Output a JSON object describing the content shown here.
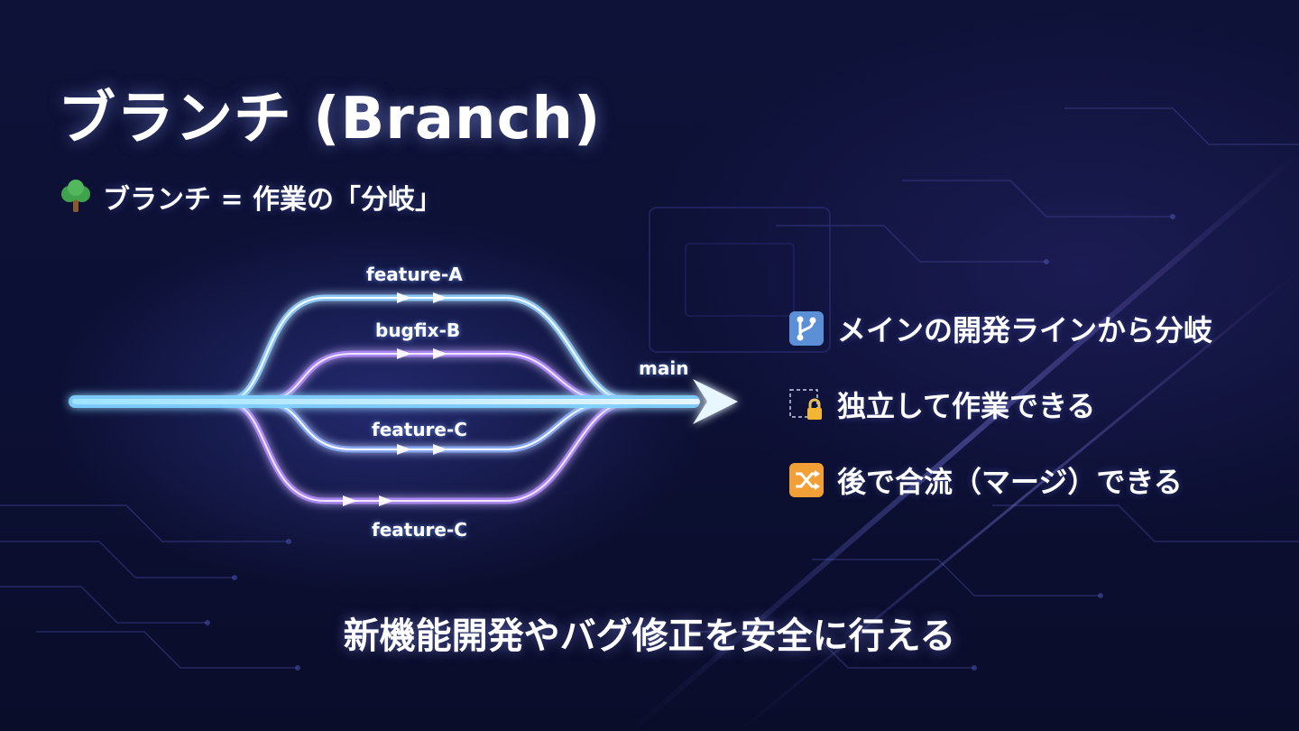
{
  "title": "ブランチ (Branch)",
  "subtitle": "ブランチ = 作業の「分岐」",
  "subtitle_icon": "tree-icon",
  "diagram": {
    "main_label": "main",
    "branches": [
      {
        "label": "feature-A"
      },
      {
        "label": "bugfix-B"
      },
      {
        "label": "feature-C"
      },
      {
        "label": "feature-C"
      }
    ]
  },
  "points": [
    {
      "icon": "git-branch-icon",
      "text": "メインの開発ラインから分岐"
    },
    {
      "icon": "lock-icon",
      "text": "独立して作業できる"
    },
    {
      "icon": "shuffle-icon",
      "text": "後で合流（マージ）できる"
    }
  ],
  "tagline": "新機能開発やバグ修正を安全に行える",
  "colors": {
    "background": "#0c1034",
    "glow": "#8fd0ff",
    "accent_purple": "#b58cff",
    "icon_blue": "#5b8fd6",
    "icon_orange": "#f2a035"
  }
}
